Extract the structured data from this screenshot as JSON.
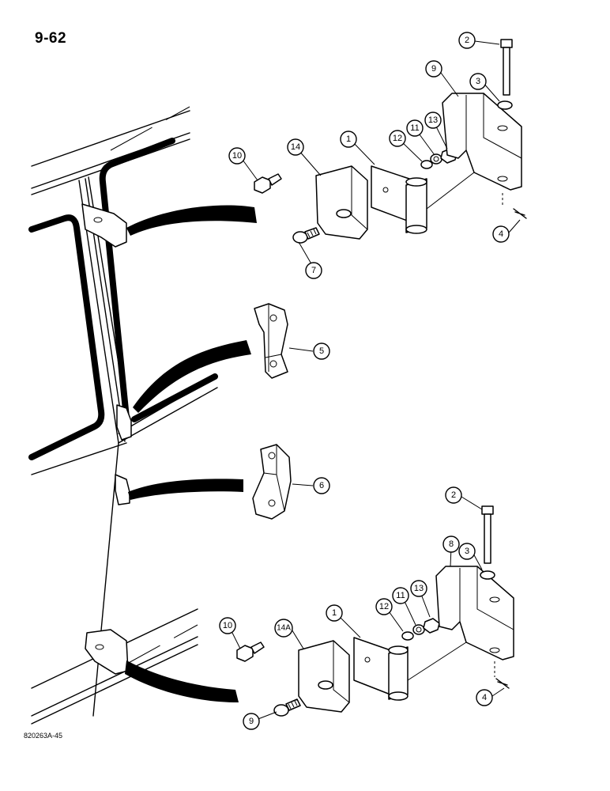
{
  "page": {
    "number": "9-62",
    "reference": "820263A-45"
  },
  "callouts": {
    "top": [
      "1",
      "2",
      "3",
      "4",
      "7",
      "9",
      "10",
      "11",
      "12",
      "13",
      "14"
    ],
    "middle": [
      "5",
      "6"
    ],
    "bottom": [
      "1",
      "2",
      "3",
      "4",
      "8",
      "9",
      "10",
      "11",
      "12",
      "13",
      "14A"
    ]
  }
}
